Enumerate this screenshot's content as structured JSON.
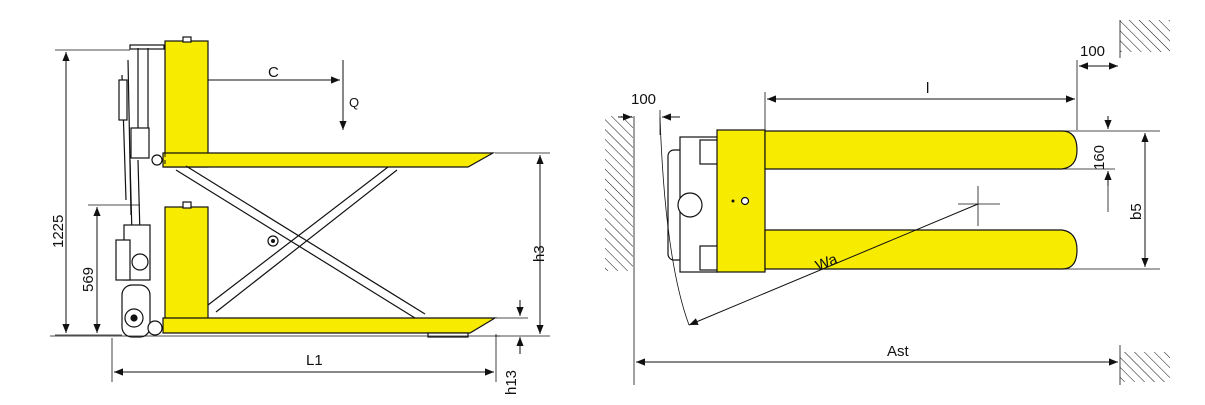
{
  "colors": {
    "fork_yellow": "#f7ec00",
    "line": "#111111",
    "background": "#ffffff"
  },
  "side_view": {
    "labels": {
      "C": "C",
      "Q": "Q",
      "h1225": "1225",
      "h569": "569",
      "h3": "h3",
      "L1": "L1",
      "h13": "h13"
    }
  },
  "top_view": {
    "labels": {
      "left_clearance": "100",
      "right_clearance": "100",
      "l": "l",
      "b160": "160",
      "b5": "b5",
      "Wa": "Wa",
      "Ast": "Ast"
    }
  }
}
